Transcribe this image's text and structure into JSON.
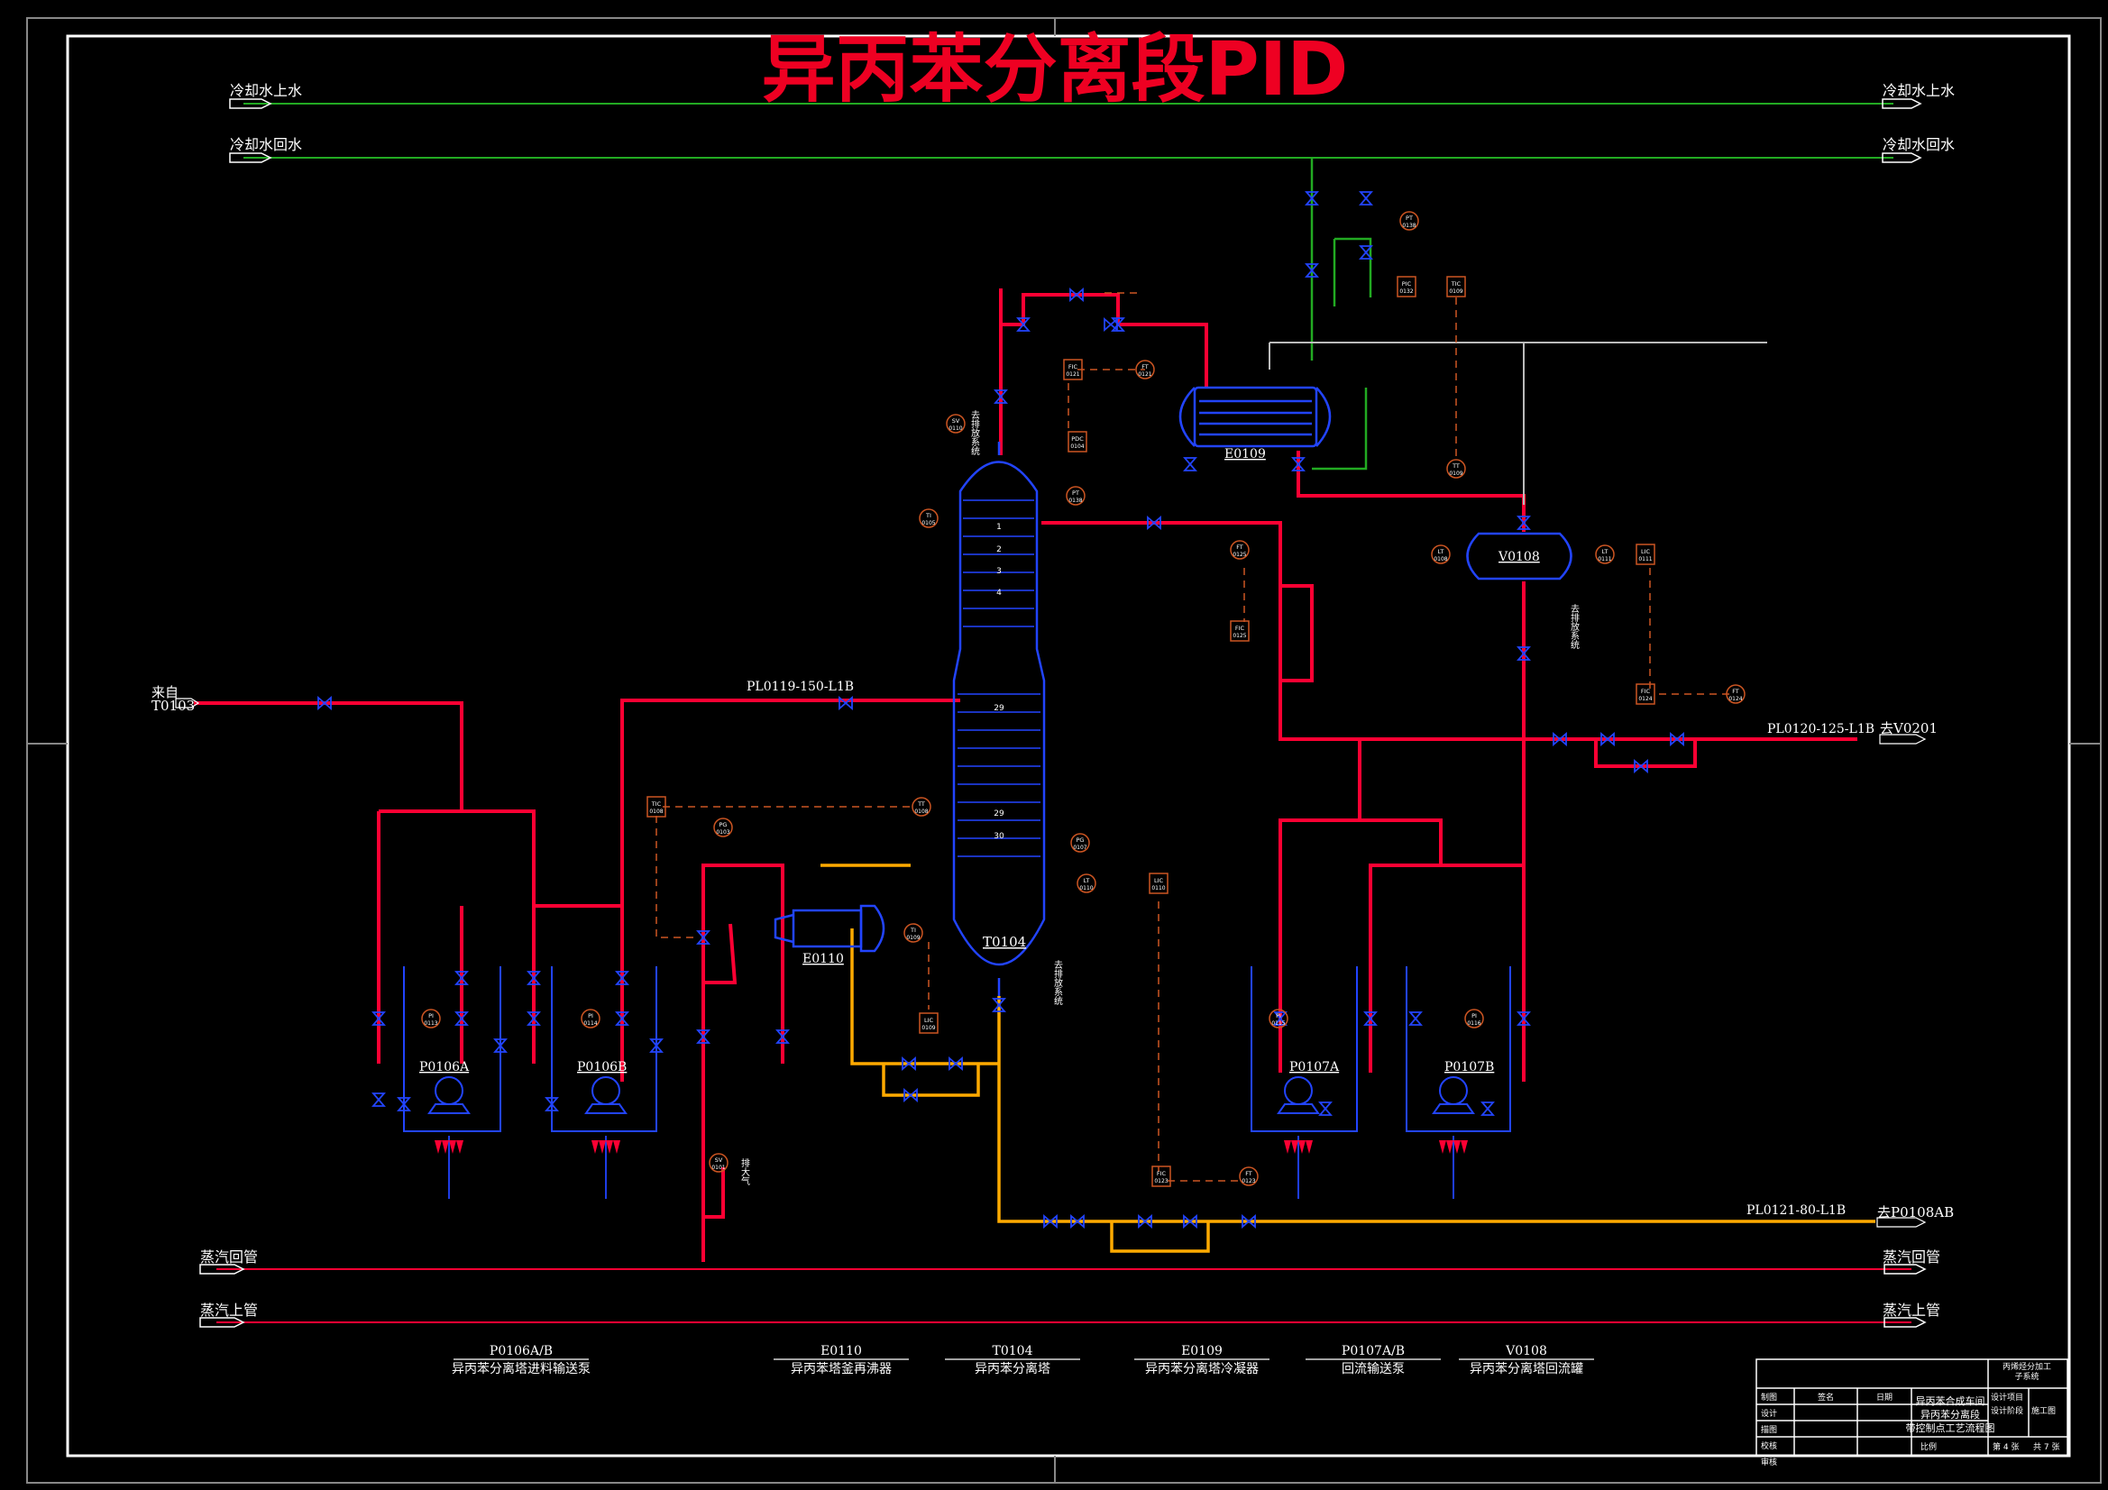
{
  "title": "异丙苯分离段PID",
  "utility_lines": {
    "cw_supply_left": "冷却水上水",
    "cw_supply_right": "冷却水上水",
    "cw_return_left": "冷却水回水",
    "cw_return_right": "冷却水回水",
    "steam_return_left": "蒸汽回管",
    "steam_return_right": "蒸汽回管",
    "steam_supply_left": "蒸汽上管",
    "steam_supply_right": "蒸汽上管"
  },
  "streams": {
    "from_label_1": "来自",
    "from_label_2": "T0103",
    "feed_line": "PL0119-150-L1B",
    "product_line": "PL0120-125-L1B",
    "product_dest": "去V0201",
    "bottoms_line": "PL0121-80-L1B",
    "bottoms_dest": "去P0108AB",
    "vent_label": "排大气"
  },
  "equipment_tags": {
    "column": "T0104",
    "condenser": "E0109",
    "reboiler": "E0110",
    "drum": "V0108",
    "pump_106a": "P0106A",
    "pump_106b": "P0106B",
    "pump_107a": "P0107A",
    "pump_107b": "P0107B"
  },
  "tray_numbers": [
    "1",
    "2",
    "3",
    "4",
    "29",
    "29",
    "30"
  ],
  "instruments": [
    {
      "tag": "PT",
      "num": "0138"
    },
    {
      "tag": "PIC",
      "num": "0132"
    },
    {
      "tag": "TIC",
      "num": "0109"
    },
    {
      "tag": "FIC",
      "num": "0121"
    },
    {
      "tag": "FT",
      "num": "0121"
    },
    {
      "tag": "PDC",
      "num": "0104"
    },
    {
      "tag": "PT",
      "num": "0138"
    },
    {
      "tag": "SV",
      "num": "0110"
    },
    {
      "tag": "TI",
      "num": "0105"
    },
    {
      "tag": "FT",
      "num": "0125"
    },
    {
      "tag": "FIC",
      "num": "0125"
    },
    {
      "tag": "TT",
      "num": "0109"
    },
    {
      "tag": "LT",
      "num": "0108"
    },
    {
      "tag": "LT",
      "num": "0111"
    },
    {
      "tag": "LIC",
      "num": "0111"
    },
    {
      "tag": "FIC",
      "num": "0124"
    },
    {
      "tag": "FT",
      "num": "0124"
    },
    {
      "tag": "TIC",
      "num": "0108"
    },
    {
      "tag": "TT",
      "num": "0108"
    },
    {
      "tag": "PG",
      "num": "0103"
    },
    {
      "tag": "PG",
      "num": "0107"
    },
    {
      "tag": "LT",
      "num": "0110"
    },
    {
      "tag": "LIC",
      "num": "0110"
    },
    {
      "tag": "TI",
      "num": "0109"
    },
    {
      "tag": "LIC",
      "num": "0109"
    },
    {
      "tag": "FIC",
      "num": "0123"
    },
    {
      "tag": "FT",
      "num": "0123"
    },
    {
      "tag": "PI",
      "num": "0113"
    },
    {
      "tag": "PI",
      "num": "0114"
    },
    {
      "tag": "PI",
      "num": "0115"
    },
    {
      "tag": "PI",
      "num": "0116"
    },
    {
      "tag": "SV",
      "num": "0101"
    }
  ],
  "safety_notes": {
    "sv_top": "去排放系统",
    "sv_drum": "去排放系统",
    "sv_bottom": "去排放系统"
  },
  "legend": [
    {
      "tag": "P0106A/B",
      "desc": "异丙苯分离塔进料输送泵"
    },
    {
      "tag": "E0110",
      "desc": "异丙苯塔釜再沸器"
    },
    {
      "tag": "T0104",
      "desc": "异丙苯分离塔"
    },
    {
      "tag": "E0109",
      "desc": "异丙苯分离塔冷凝器"
    },
    {
      "tag": "P0107A/B",
      "desc": "回流输送泵"
    },
    {
      "tag": "V0108",
      "desc": "异丙苯分离塔回流罐"
    }
  ],
  "title_block": {
    "company_1": "丙烯烃分加工",
    "company_2": "子系统",
    "drawing_1": "异丙苯合成车间",
    "drawing_2": "异丙苯分离段",
    "drawing_3": "带控制点工艺流程图",
    "rows": [
      "制图",
      "设计",
      "描图",
      "校核",
      "审核"
    ],
    "col_name": "签名",
    "col_date": "日期",
    "right_1": "设计项目",
    "right_2": "设计阶段",
    "right_3": "施工图",
    "scale": "比例",
    "sheet": "第 4 张",
    "total": "共 7 张"
  },
  "colors": {
    "steam": "#ff0033",
    "cooling_water": "#22aa22",
    "bottoms": "#ffaa00",
    "equipment": "#2244ff",
    "signal": "#cc5522",
    "frame": "#ffffff"
  }
}
